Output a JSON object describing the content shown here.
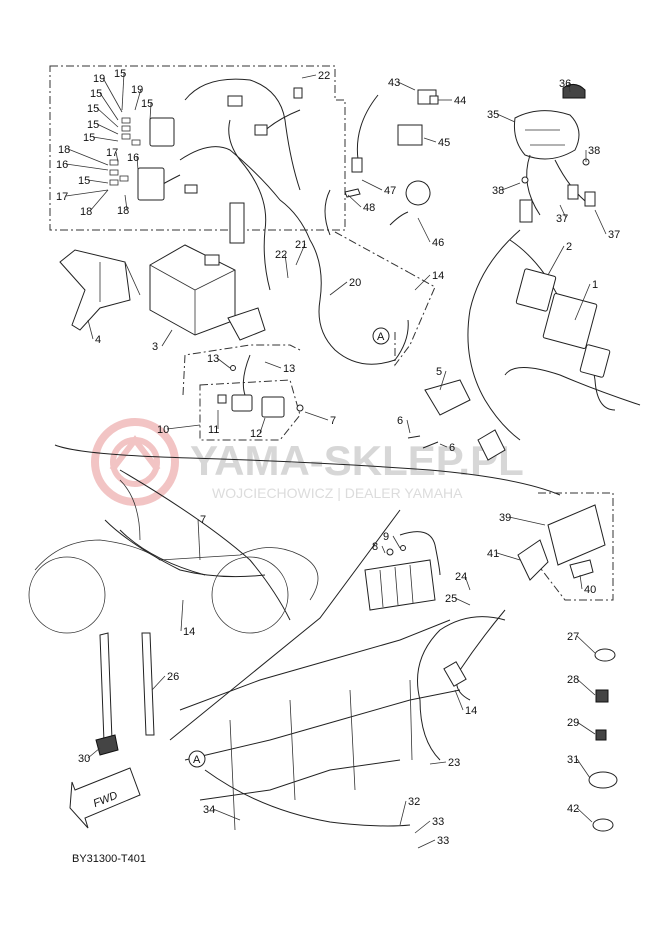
{
  "diagram": {
    "code": "BY31300-T401",
    "watermark_title": "YAMA-SKLEP.PL",
    "watermark_subtitle": "WOJCIECHOWICZ | DEALER YAMAHA",
    "fwd_label": "FWD",
    "ref_marker": "A",
    "callouts": [
      {
        "id": "c1",
        "text": "1"
      },
      {
        "id": "c2",
        "text": "2"
      },
      {
        "id": "c3",
        "text": "3"
      },
      {
        "id": "c4",
        "text": "4"
      },
      {
        "id": "c5",
        "text": "5"
      },
      {
        "id": "c6a",
        "text": "6"
      },
      {
        "id": "c6b",
        "text": "6"
      },
      {
        "id": "c7a",
        "text": "7"
      },
      {
        "id": "c7b",
        "text": "7"
      },
      {
        "id": "c8",
        "text": "8"
      },
      {
        "id": "c9",
        "text": "9"
      },
      {
        "id": "c10",
        "text": "10"
      },
      {
        "id": "c11",
        "text": "11"
      },
      {
        "id": "c12",
        "text": "12"
      },
      {
        "id": "c13a",
        "text": "13"
      },
      {
        "id": "c13b",
        "text": "13"
      },
      {
        "id": "c14a",
        "text": "14"
      },
      {
        "id": "c14b",
        "text": "14"
      },
      {
        "id": "c14c",
        "text": "14"
      },
      {
        "id": "c15a",
        "text": "15"
      },
      {
        "id": "c15b",
        "text": "15"
      },
      {
        "id": "c15c",
        "text": "15"
      },
      {
        "id": "c15d",
        "text": "15"
      },
      {
        "id": "c15e",
        "text": "15"
      },
      {
        "id": "c15f",
        "text": "15"
      },
      {
        "id": "c15g",
        "text": "15"
      },
      {
        "id": "c16a",
        "text": "16"
      },
      {
        "id": "c16b",
        "text": "16"
      },
      {
        "id": "c17a",
        "text": "17"
      },
      {
        "id": "c17b",
        "text": "17"
      },
      {
        "id": "c18a",
        "text": "18"
      },
      {
        "id": "c18b",
        "text": "18"
      },
      {
        "id": "c18c",
        "text": "18"
      },
      {
        "id": "c19a",
        "text": "19"
      },
      {
        "id": "c19b",
        "text": "19"
      },
      {
        "id": "c20",
        "text": "20"
      },
      {
        "id": "c21",
        "text": "21"
      },
      {
        "id": "c22a",
        "text": "22"
      },
      {
        "id": "c22b",
        "text": "22"
      },
      {
        "id": "c23",
        "text": "23"
      },
      {
        "id": "c24",
        "text": "24"
      },
      {
        "id": "c25",
        "text": "25"
      },
      {
        "id": "c26",
        "text": "26"
      },
      {
        "id": "c27",
        "text": "27"
      },
      {
        "id": "c28",
        "text": "28"
      },
      {
        "id": "c29",
        "text": "29"
      },
      {
        "id": "c30",
        "text": "30"
      },
      {
        "id": "c31",
        "text": "31"
      },
      {
        "id": "c32",
        "text": "32"
      },
      {
        "id": "c33a",
        "text": "33"
      },
      {
        "id": "c33b",
        "text": "33"
      },
      {
        "id": "c34",
        "text": "34"
      },
      {
        "id": "c35",
        "text": "35"
      },
      {
        "id": "c36",
        "text": "36"
      },
      {
        "id": "c37a",
        "text": "37"
      },
      {
        "id": "c37b",
        "text": "37"
      },
      {
        "id": "c38a",
        "text": "38"
      },
      {
        "id": "c38b",
        "text": "38"
      },
      {
        "id": "c39",
        "text": "39"
      },
      {
        "id": "c40",
        "text": "40"
      },
      {
        "id": "c41",
        "text": "41"
      },
      {
        "id": "c42",
        "text": "42"
      },
      {
        "id": "c43",
        "text": "43"
      },
      {
        "id": "c44",
        "text": "44"
      },
      {
        "id": "c45",
        "text": "45"
      },
      {
        "id": "c46",
        "text": "46"
      },
      {
        "id": "c47",
        "text": "47"
      },
      {
        "id": "c48",
        "text": "48"
      }
    ]
  },
  "colors": {
    "watermark_logo": "#f2c4c4",
    "watermark_text": "#d7d7d7",
    "ink": "#222222"
  }
}
